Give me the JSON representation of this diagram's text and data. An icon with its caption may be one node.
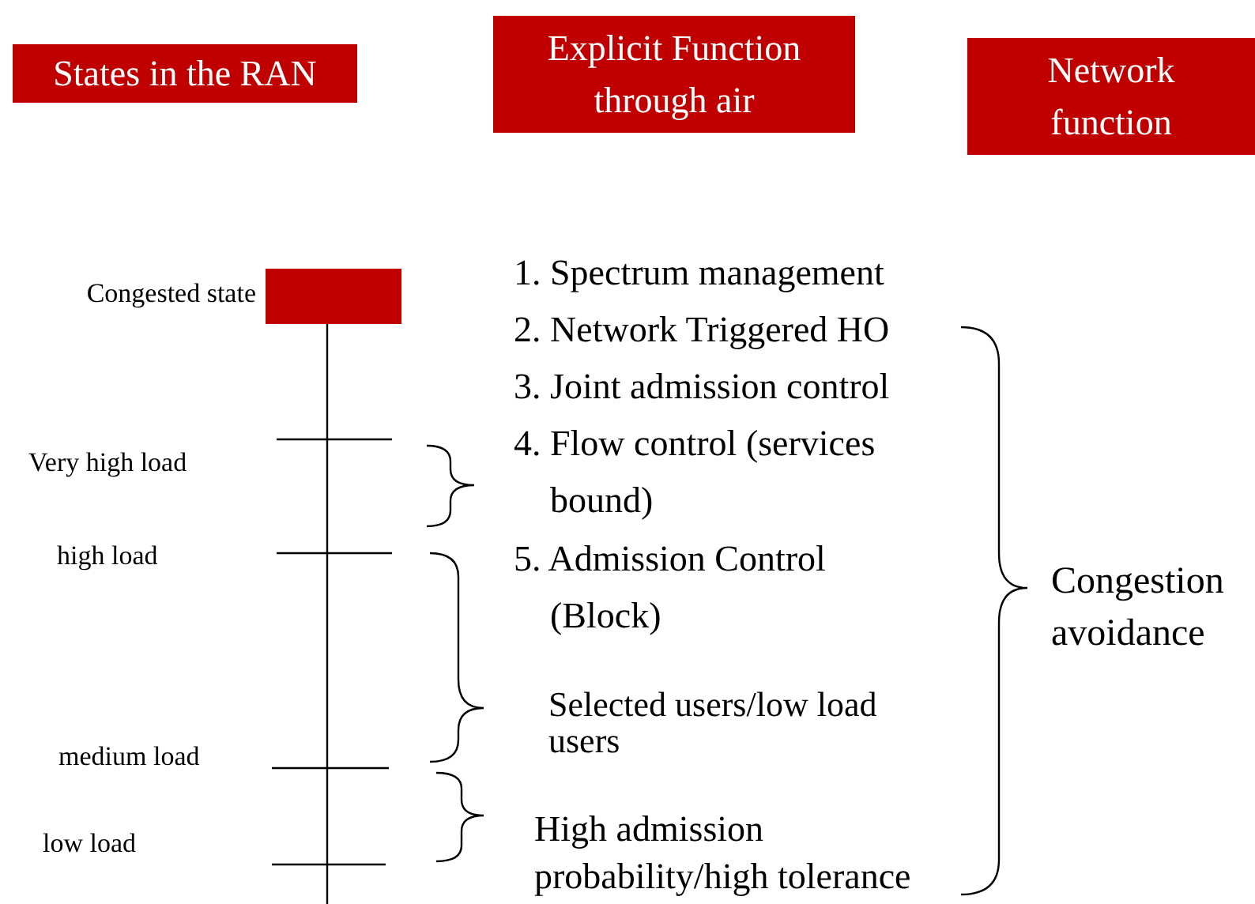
{
  "diagram": {
    "nodes": [
      {
        "text": [
          "States in the RAN"
        ]
      },
      {
        "text": [
          "Explicit Function through air"
        ]
      },
      {
        "text": [
          "Network function"
        ]
      },
      {
        "text": [],
        "shape": "box",
        "beside": [
          "Congested state"
        ]
      }
    ],
    "labels": [
      "1. Spectrum management",
      "2. Network Triggered HO",
      "3. Joint admission control",
      "Very high load",
      "4. Flow control (services bound)",
      "high load",
      "5. Admission Control (Block)",
      "Congestion avoidance",
      "Selected users/low load users",
      "medium load",
      "High admission probability/high tolerance",
      "low load"
    ]
  }
}
